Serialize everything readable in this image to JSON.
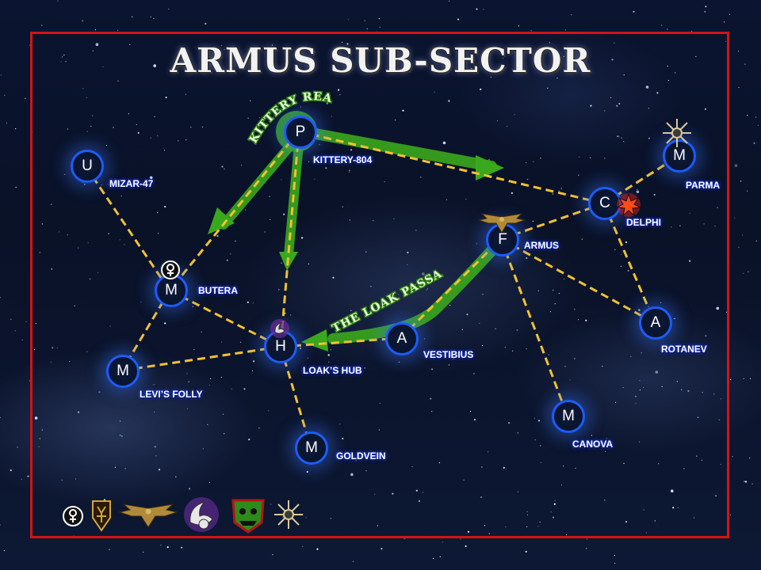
{
  "title": "ARMUS SUB-SECTOR",
  "routes": [
    {
      "name": "KITTERY REACH"
    },
    {
      "name": "THE LOAK PASSAGE"
    }
  ],
  "systems": [
    {
      "id": "kittery",
      "letter": "P",
      "name": "KITTERY-804"
    },
    {
      "id": "mizar",
      "letter": "U",
      "name": "MIZAR-47"
    },
    {
      "id": "butera",
      "letter": "M",
      "name": "BUTERA"
    },
    {
      "id": "hub",
      "letter": "H",
      "name": "LOAK’S HUB"
    },
    {
      "id": "levi",
      "letter": "M",
      "name": "LEVI’S FOLLY"
    },
    {
      "id": "goldvein",
      "letter": "M",
      "name": "GOLDVEIN"
    },
    {
      "id": "vestibius",
      "letter": "A",
      "name": "VESTIBIUS"
    },
    {
      "id": "armus",
      "letter": "F",
      "name": "ARMUS"
    },
    {
      "id": "delphi",
      "letter": "C",
      "name": "DELPHI"
    },
    {
      "id": "parma",
      "letter": "M",
      "name": "PARMA"
    },
    {
      "id": "rotanev",
      "letter": "A",
      "name": "ROTANEV"
    },
    {
      "id": "canova",
      "letter": "M",
      "name": "CANOVA"
    }
  ],
  "faction_icons": [
    "eldar-rune-icon",
    "tau-rune-icon",
    "imperial-aquila-icon",
    "tyranid-claw-icon",
    "ork-glyph-icon",
    "chaos-star-icon"
  ],
  "colors": {
    "border": "#d21414",
    "node_ring": "#1c5cff",
    "route_dash": "#f2c230",
    "route_arrow": "#3aa81c",
    "label_glow": "#1c3cff"
  }
}
